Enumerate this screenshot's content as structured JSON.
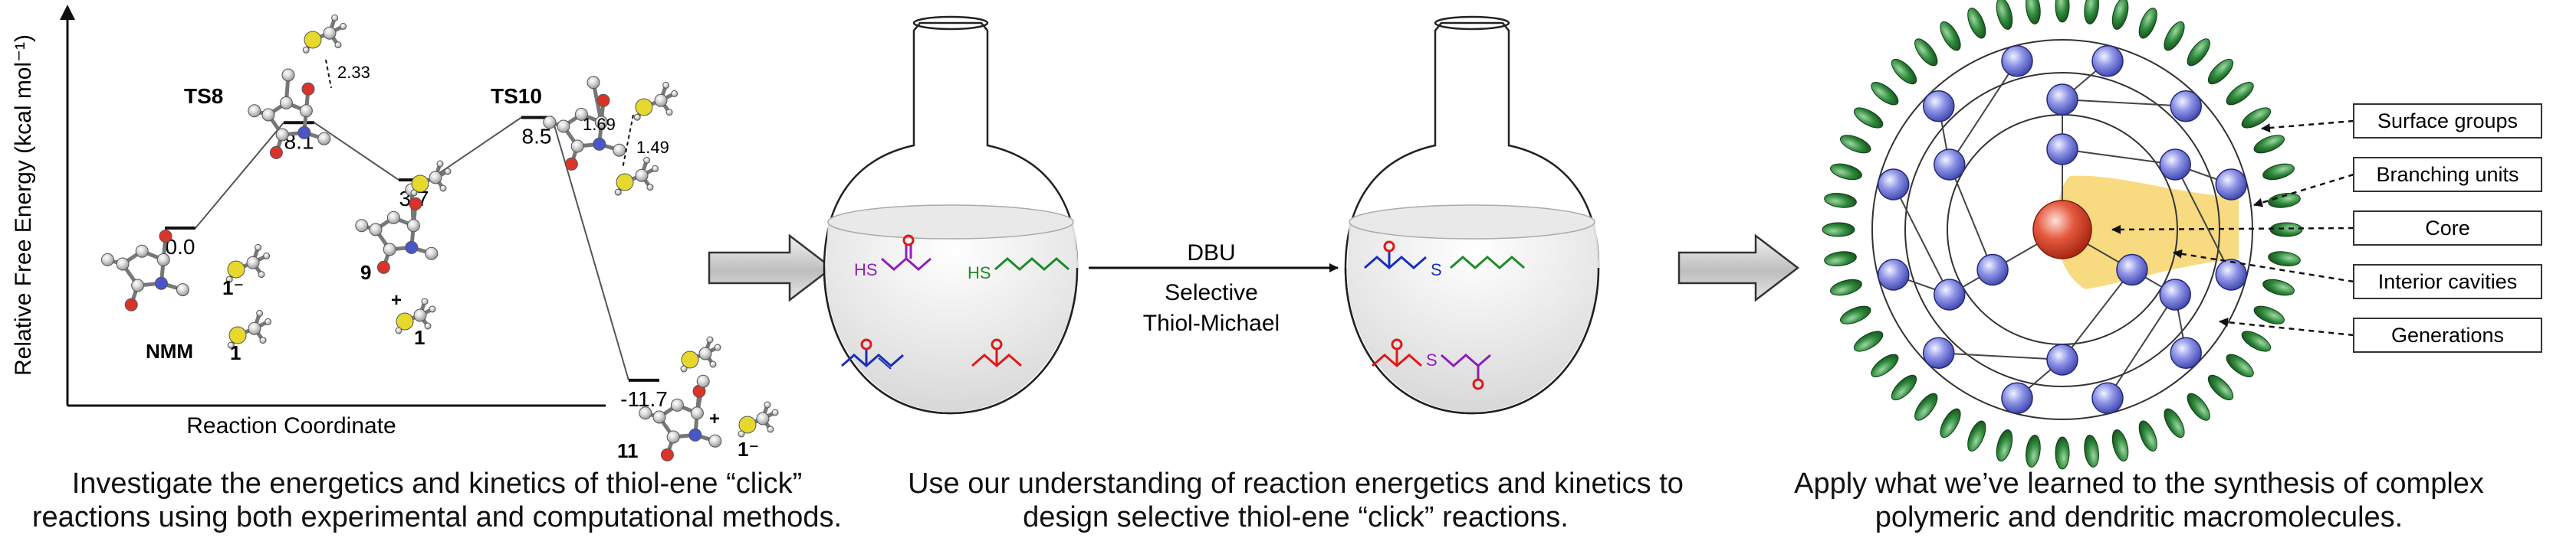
{
  "panel1": {
    "y_axis_label": "Relative Free Energy (kcal mol⁻¹)",
    "x_axis_label": "Reaction Coordinate",
    "levels": [
      {
        "label": "0.0",
        "value": 0.0
      },
      {
        "label": "8.1",
        "value": 8.1
      },
      {
        "label": "3.7",
        "value": 3.7
      },
      {
        "label": "8.5",
        "value": 8.5
      },
      {
        "label": "-11.7",
        "value": -11.7
      }
    ],
    "species": {
      "ts8": "TS8",
      "ts10": "TS10",
      "nmm": "NMM",
      "thiolate": "1⁻",
      "thiol": "1",
      "int9": "9",
      "plus": "+",
      "thiol2": "1",
      "prod11": "11",
      "plus2": "+",
      "thiolate2": "1⁻"
    },
    "distances": {
      "d1": "2.33",
      "d2": "1.69",
      "d3": "1.49"
    },
    "caption_line1": "Investigate the energetics and kinetics of thiol-ene “click”",
    "caption_line2": "reactions using both experimental and computational methods."
  },
  "panel2": {
    "reaction_top": "DBU",
    "reaction_mid": "Selective",
    "reaction_bot": "Thiol-Michael",
    "hs_label1": "HS",
    "hs_label2": "HS",
    "s_label1": "S",
    "s_label2": "S",
    "caption_line1": "Use our understanding of reaction energetics and kinetics to",
    "caption_line2": "design selective thiol-ene “click” reactions."
  },
  "panel3": {
    "labels": [
      "Surface groups",
      "Branching units",
      "Core",
      "Interior cavities",
      "Generations"
    ],
    "caption_line1": "Apply what we’ve learned to the synthesis of complex",
    "caption_line2": "polymeric and dendritic macromolecules."
  },
  "colors": {
    "purple": "#8e1fb8",
    "green": "#1f8a2a",
    "blue": "#1b2fb8",
    "red": "#e01818",
    "core": "#e04a30",
    "branch": "#7a82e0",
    "surface": "#2f7a3a",
    "cavity": "#f7d36a"
  }
}
